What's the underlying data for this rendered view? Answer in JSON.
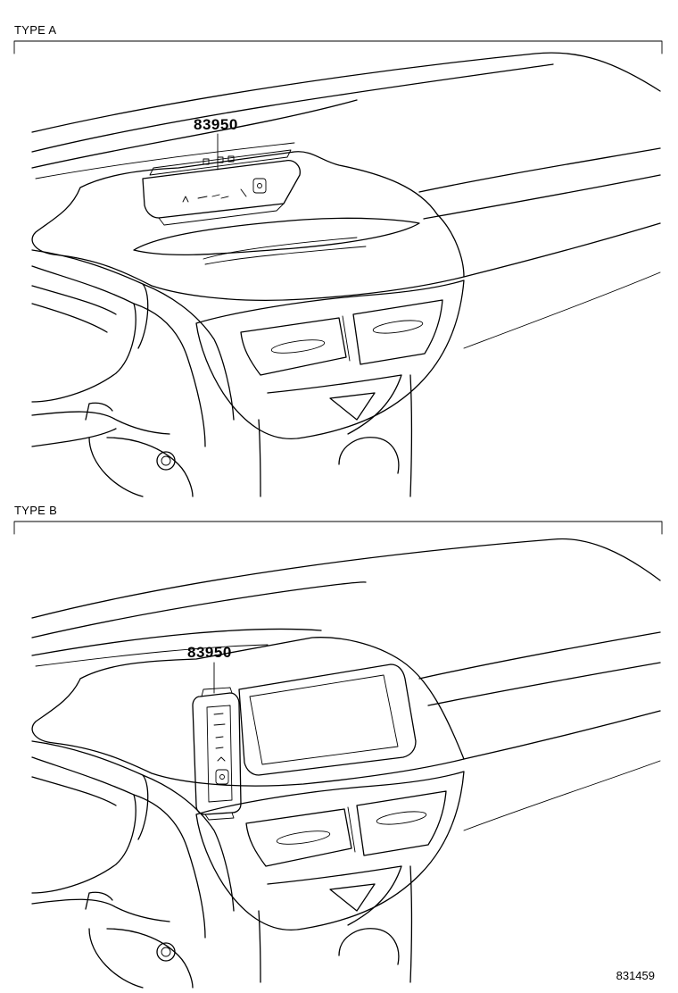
{
  "panels": [
    {
      "label": "TYPE A",
      "part_number": "83950"
    },
    {
      "label": "TYPE B",
      "part_number": "83950"
    }
  ],
  "footer_code": "831459"
}
